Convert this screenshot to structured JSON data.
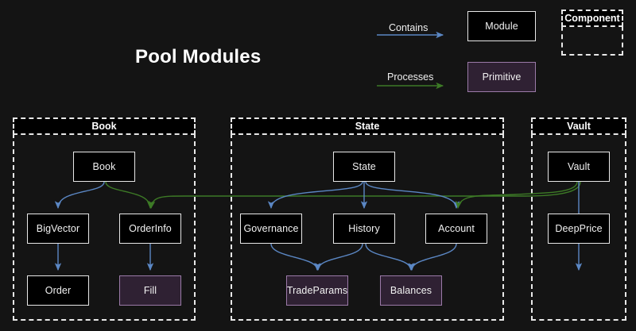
{
  "title": "Pool Modules",
  "colors": {
    "background": "#141414",
    "module_fill": "#000000",
    "module_border": "#e8e8e8",
    "primitive_fill": "#2f2133",
    "primitive_border": "#9b7aa8",
    "contains_edge": "#5b87c4",
    "processes_edge": "#3d7a26",
    "text": "#f2f2f2"
  },
  "legend": {
    "contains_label": "Contains",
    "processes_label": "Processes",
    "module_label": "Module",
    "primitive_label": "Primitive",
    "component_label": "Component"
  },
  "clusters": [
    {
      "id": "book",
      "label": "Book"
    },
    {
      "id": "state",
      "label": "State"
    },
    {
      "id": "vault",
      "label": "Vault"
    }
  ],
  "nodes": [
    {
      "id": "book",
      "label": "Book",
      "type": "module",
      "cluster": "book"
    },
    {
      "id": "bigvector",
      "label": "BigVector",
      "type": "module",
      "cluster": "book"
    },
    {
      "id": "orderinfo",
      "label": "OrderInfo",
      "type": "module",
      "cluster": "book"
    },
    {
      "id": "order",
      "label": "Order",
      "type": "module",
      "cluster": "book"
    },
    {
      "id": "fill",
      "label": "Fill",
      "type": "primitive",
      "cluster": "book"
    },
    {
      "id": "state",
      "label": "State",
      "type": "module",
      "cluster": "state"
    },
    {
      "id": "governance",
      "label": "Governance",
      "type": "module",
      "cluster": "state"
    },
    {
      "id": "history",
      "label": "History",
      "type": "module",
      "cluster": "state"
    },
    {
      "id": "account",
      "label": "Account",
      "type": "module",
      "cluster": "state"
    },
    {
      "id": "tradeparams",
      "label": "TradeParams",
      "type": "primitive",
      "cluster": "state"
    },
    {
      "id": "balances",
      "label": "Balances",
      "type": "primitive",
      "cluster": "state"
    },
    {
      "id": "vault",
      "label": "Vault",
      "type": "module",
      "cluster": "vault"
    },
    {
      "id": "deepprice",
      "label": "DeepPrice",
      "type": "module",
      "cluster": "vault"
    }
  ],
  "edges": [
    {
      "from": "book",
      "to": "bigvector",
      "kind": "contains"
    },
    {
      "from": "bigvector",
      "to": "order",
      "kind": "contains"
    },
    {
      "from": "orderinfo",
      "to": "fill",
      "kind": "contains"
    },
    {
      "from": "book",
      "to": "orderinfo",
      "kind": "processes"
    },
    {
      "from": "state",
      "to": "governance",
      "kind": "contains"
    },
    {
      "from": "state",
      "to": "history",
      "kind": "contains"
    },
    {
      "from": "state",
      "to": "account",
      "kind": "contains"
    },
    {
      "from": "governance",
      "to": "tradeparams",
      "kind": "contains"
    },
    {
      "from": "history",
      "to": "tradeparams",
      "kind": "contains"
    },
    {
      "from": "history",
      "to": "balances",
      "kind": "contains"
    },
    {
      "from": "account",
      "to": "balances",
      "kind": "contains"
    },
    {
      "from": "vault",
      "to": "deepprice",
      "kind": "contains"
    },
    {
      "from": "vault",
      "to": "account",
      "kind": "processes"
    },
    {
      "from": "state",
      "to": "orderinfo",
      "kind": "processes"
    }
  ]
}
